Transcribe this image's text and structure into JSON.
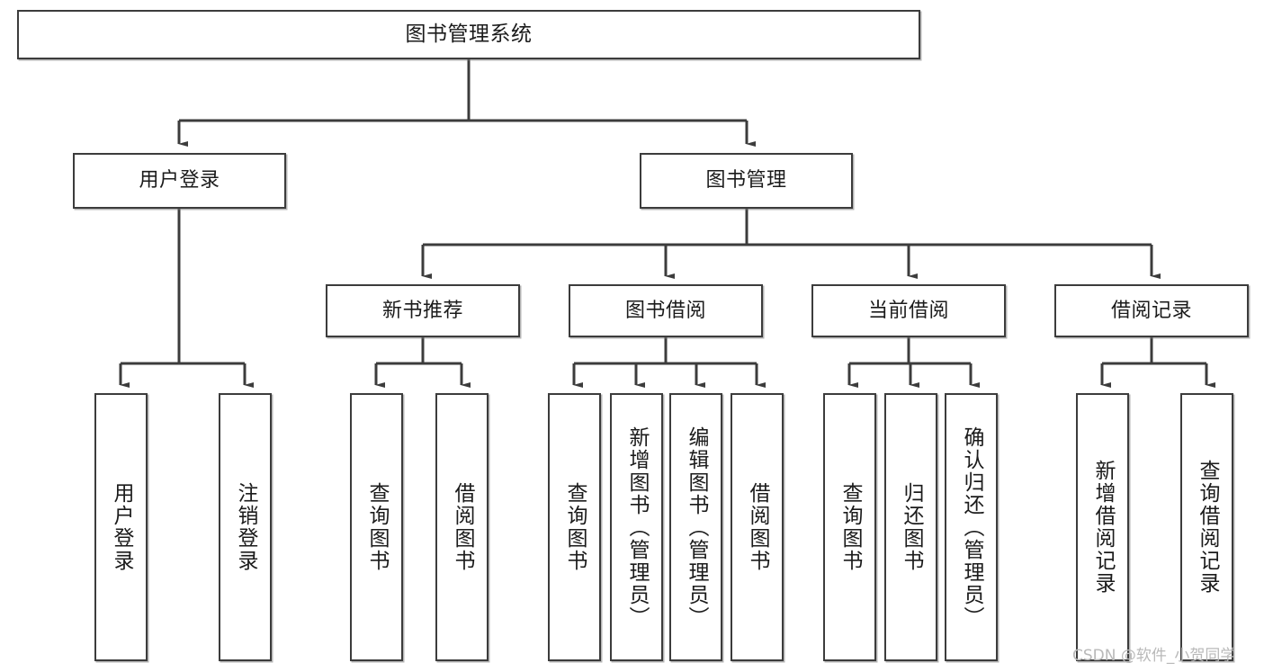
{
  "diagram": {
    "type": "tree-hierarchy",
    "title": "图书管理系统",
    "orientation": "top-down",
    "colors": {
      "box_border": "#3c3c3c",
      "box_fill": "#ffffff",
      "connector": "#3c3c3c",
      "text": "#1b1b1b",
      "watermark": "#b9b9b9",
      "background": "#ffffff"
    },
    "nodes": {
      "root": {
        "label": "图书管理系统"
      },
      "level1": [
        {
          "id": "user-login",
          "label": "用户登录"
        },
        {
          "id": "book-management",
          "label": "图书管理"
        }
      ],
      "level2": [
        {
          "id": "new-book-recommend",
          "label": "新书推荐",
          "parent": "book-management"
        },
        {
          "id": "book-borrow",
          "label": "图书借阅",
          "parent": "book-management"
        },
        {
          "id": "current-borrow",
          "label": "当前借阅",
          "parent": "book-management"
        },
        {
          "id": "borrow-record",
          "label": "借阅记录",
          "parent": "book-management"
        }
      ],
      "leaves": [
        {
          "id": "leaf-user-login",
          "label": "用户登录",
          "parent": "user-login"
        },
        {
          "id": "leaf-logout-login",
          "label": "注销登录",
          "parent": "user-login"
        },
        {
          "id": "leaf-query-book-1",
          "label": "查询图书",
          "parent": "new-book-recommend"
        },
        {
          "id": "leaf-borrow-book-1",
          "label": "借阅图书",
          "parent": "new-book-recommend"
        },
        {
          "id": "leaf-query-book-2",
          "label": "查询图书",
          "parent": "book-borrow"
        },
        {
          "id": "leaf-add-book",
          "label": "新增图书（管理员）",
          "parent": "book-borrow"
        },
        {
          "id": "leaf-edit-book",
          "label": "编辑图书（管理员）",
          "parent": "book-borrow"
        },
        {
          "id": "leaf-borrow-book-2",
          "label": "借阅图书",
          "parent": "book-borrow"
        },
        {
          "id": "leaf-query-book-3",
          "label": "查询图书",
          "parent": "current-borrow"
        },
        {
          "id": "leaf-return-book",
          "label": "归还图书",
          "parent": "current-borrow"
        },
        {
          "id": "leaf-confirm-return",
          "label": "确认归还（管理员）",
          "parent": "current-borrow"
        },
        {
          "id": "leaf-add-record",
          "label": "新增借阅记录",
          "parent": "borrow-record"
        },
        {
          "id": "leaf-query-record",
          "label": "查询借阅记录",
          "parent": "borrow-record"
        }
      ]
    },
    "watermark": "CSDN @软件_小贺同学"
  }
}
